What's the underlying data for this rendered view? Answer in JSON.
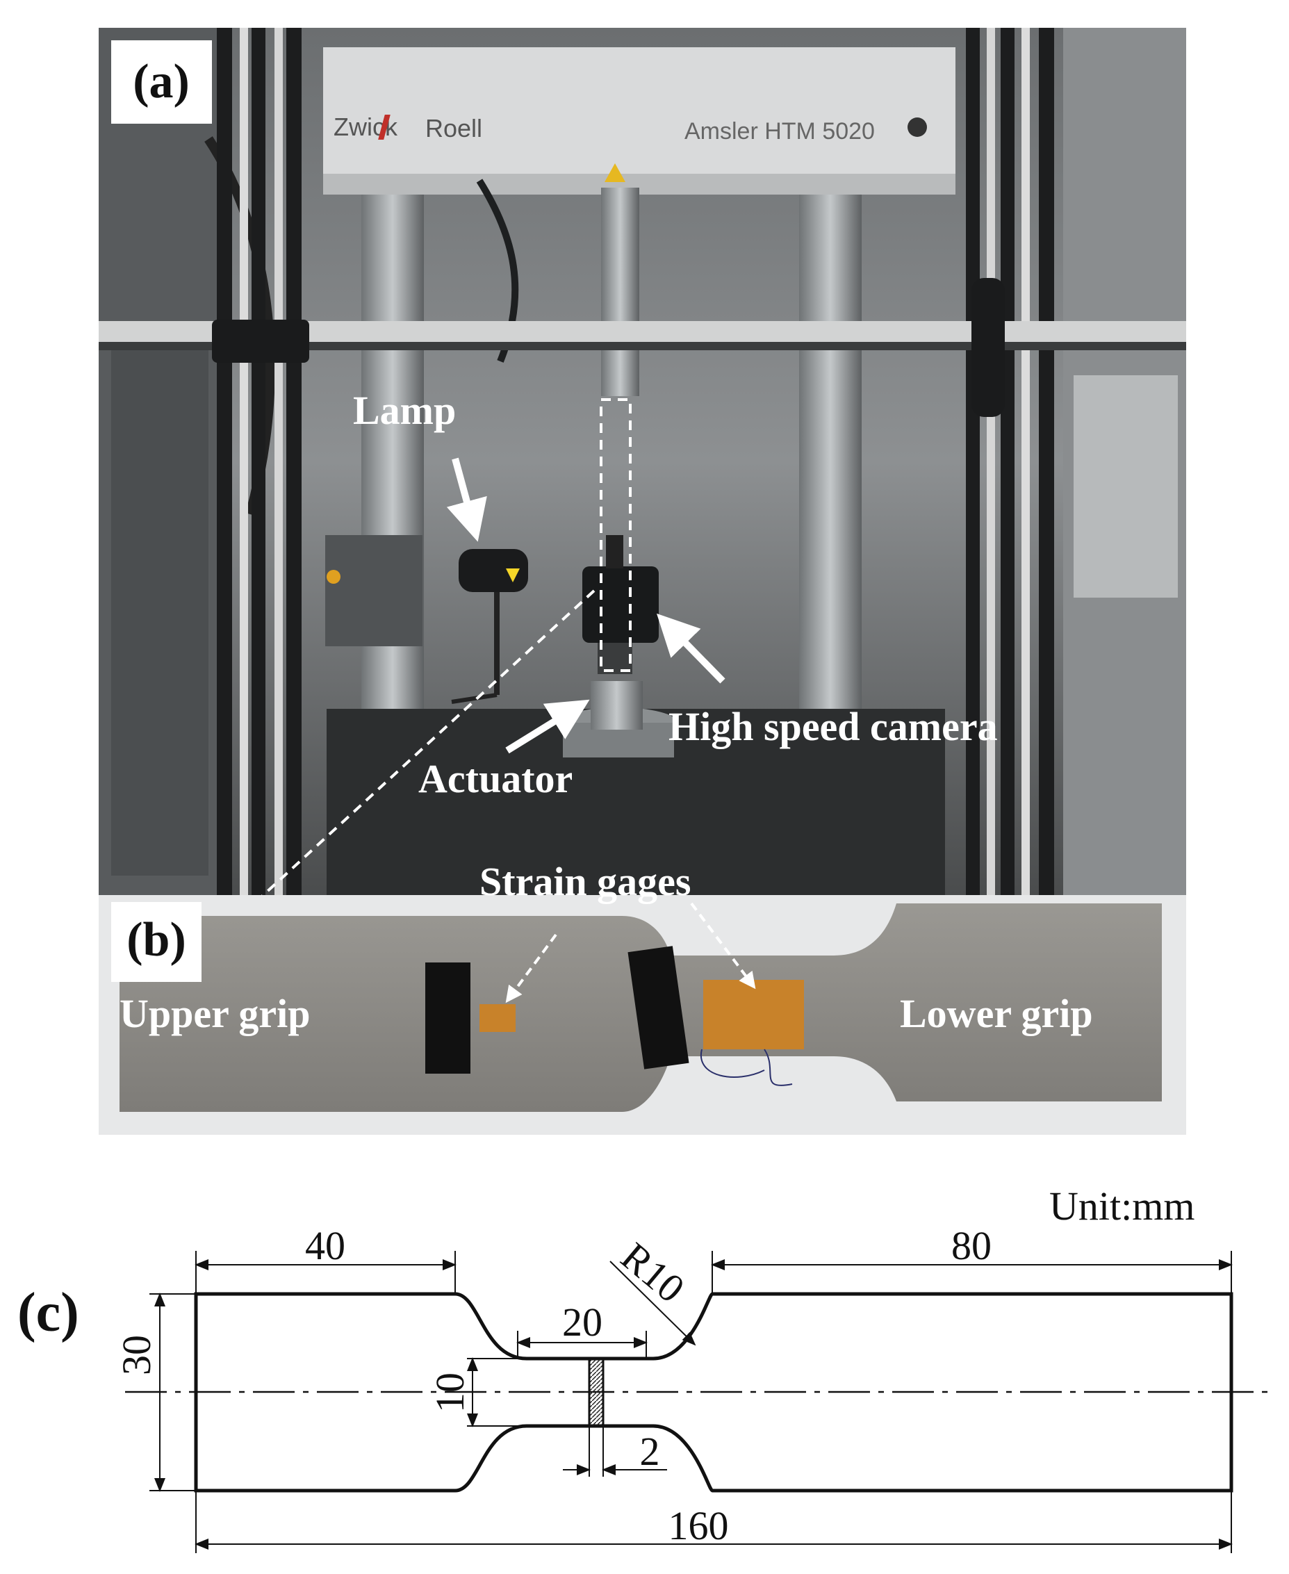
{
  "panel_a": {
    "label": "(a)",
    "brand_left": "Zwick",
    "brand_right": "Roell",
    "machine": "Amsler   HTM 5020",
    "annotations": {
      "lamp": "Lamp",
      "camera": "High speed camera",
      "actuator": "Actuator"
    }
  },
  "panel_b": {
    "label": "(b)",
    "strain_gages": "Strain gages",
    "upper_grip": "Upper grip",
    "lower_grip": "Lower grip"
  },
  "panel_c": {
    "label": "(c)",
    "unit": "Unit:mm",
    "dims": {
      "left_grip_length": "40",
      "right_grip_length": "80",
      "radius": "R10",
      "gauge_length": "20",
      "gauge_width": "10",
      "total_width": "30",
      "thickness": "2",
      "total_length": "160"
    }
  },
  "colors": {
    "photo_dark": "#3b3f42",
    "machine_head": "#d9dadb",
    "specimen": "#8c8a86",
    "tape": "#c8822a",
    "annotation": "#ffffff"
  }
}
